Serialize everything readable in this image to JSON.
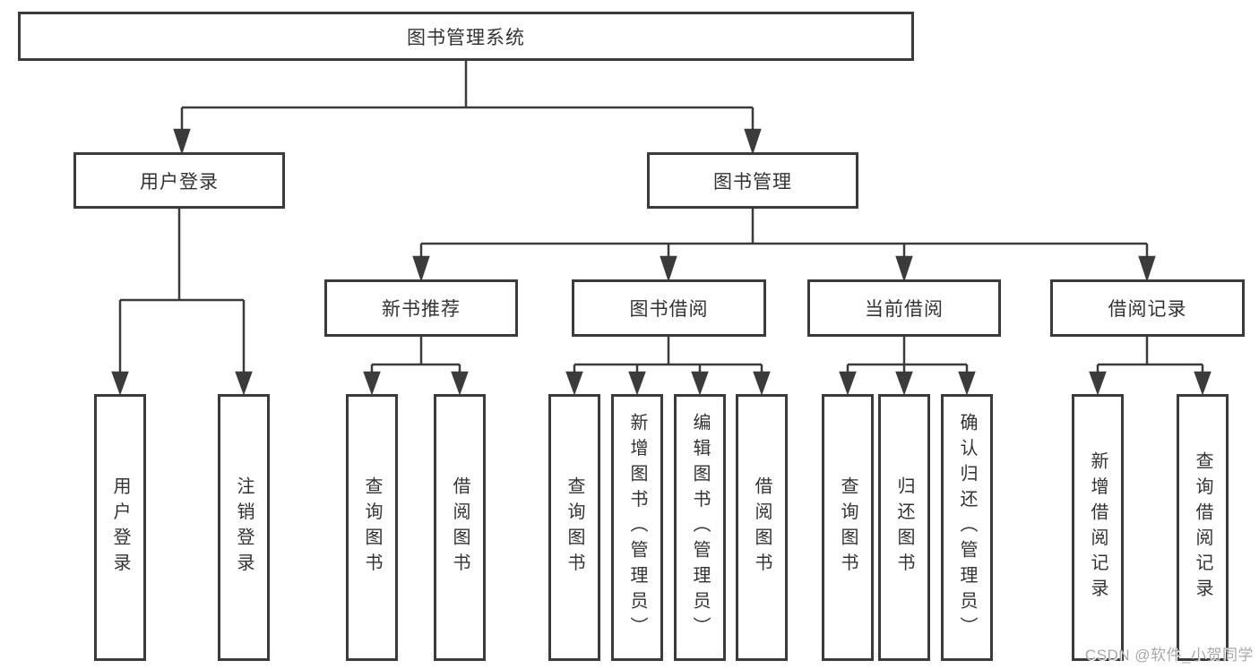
{
  "title": "图书管理系统",
  "diagram": {
    "root": {
      "label": "图书管理系统"
    },
    "branches": [
      {
        "label": "用户登录",
        "children": [
          {
            "label": "用户登录"
          },
          {
            "label": "注销登录"
          }
        ]
      },
      {
        "label": "图书管理",
        "sections": [
          {
            "label": "新书推荐",
            "children": [
              {
                "label": "查询图书"
              },
              {
                "label": "借阅图书"
              }
            ]
          },
          {
            "label": "图书借阅",
            "children": [
              {
                "label": "查询图书"
              },
              {
                "label": "新增图书（管理员）"
              },
              {
                "label": "编辑图书（管理员）"
              },
              {
                "label": "借阅图书"
              }
            ]
          },
          {
            "label": "当前借阅",
            "children": [
              {
                "label": "查询图书"
              },
              {
                "label": "归还图书"
              },
              {
                "label": "确认归还（管理员）"
              }
            ]
          },
          {
            "label": "借阅记录",
            "children": [
              {
                "label": "新增借阅记录"
              },
              {
                "label": "查询借阅记录"
              }
            ]
          }
        ]
      }
    ]
  },
  "watermark": {
    "text": "CSDN @软件_小贺同学"
  },
  "colors": {
    "line": "#3b3b3b",
    "box_border": "#3b3b3b",
    "text": "#333333",
    "background": "#ffffff",
    "watermark": "#a8a8a8"
  }
}
